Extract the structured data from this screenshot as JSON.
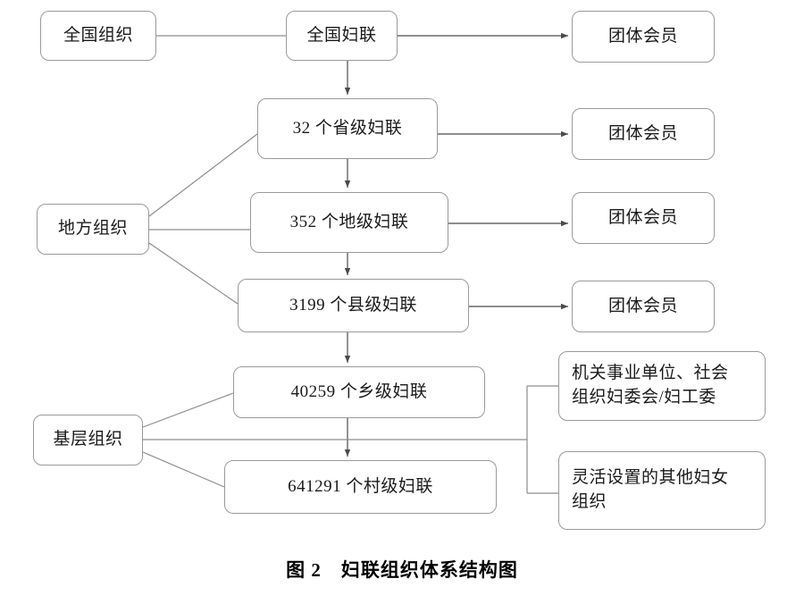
{
  "figure": {
    "caption": "图 2　妇联组织体系结构图",
    "caption_number": "图 2",
    "caption_title": "妇联组织体系结构图"
  },
  "nodes": {
    "national_group": {
      "label": "全国组织"
    },
    "national_acwf": {
      "label": "全国妇联"
    },
    "local_group": {
      "label": "地方组织"
    },
    "grassroots_group": {
      "label": "基层组织"
    },
    "provincial": {
      "label": "32 个省级妇联"
    },
    "prefecture": {
      "label": "352 个地级妇联"
    },
    "county": {
      "label": "3199 个县级妇联"
    },
    "township": {
      "label": "40259 个乡级妇联"
    },
    "village": {
      "label": "641291 个村级妇联"
    },
    "member_1": {
      "label": "团体会员"
    },
    "member_2": {
      "label": "团体会员"
    },
    "member_3": {
      "label": "团体会员"
    },
    "member_4": {
      "label": "团体会员"
    },
    "work_units": {
      "label": "机关事业单位、社会\n组织妇委会/妇工委"
    },
    "flexible_orgs": {
      "label": "灵活设置的其他妇女\n组织"
    }
  },
  "chart_data": {
    "type": "diagram",
    "title": "妇联组织体系结构图",
    "levels": [
      {
        "tier": "全国组织",
        "units": [
          {
            "name": "全国妇联",
            "count": null
          }
        ]
      },
      {
        "tier": "地方组织",
        "units": [
          {
            "name": "省级妇联",
            "count": 32
          },
          {
            "name": "地级妇联",
            "count": 352
          },
          {
            "name": "县级妇联",
            "count": 3199
          }
        ]
      },
      {
        "tier": "基层组织",
        "units": [
          {
            "name": "乡级妇联",
            "count": 40259
          },
          {
            "name": "村级妇联",
            "count": 641291
          },
          {
            "name": "机关事业单位、社会组织妇委会/妇工委",
            "count": null
          },
          {
            "name": "灵活设置的其他妇女组织",
            "count": null
          }
        ]
      }
    ],
    "affiliates": [
      "团体会员",
      "团体会员",
      "团体会员",
      "团体会员"
    ]
  },
  "colors": {
    "stroke": "#9a9a9a",
    "edge": "#6f6f6f",
    "text": "#1a1a1a",
    "background": "#ffffff"
  }
}
